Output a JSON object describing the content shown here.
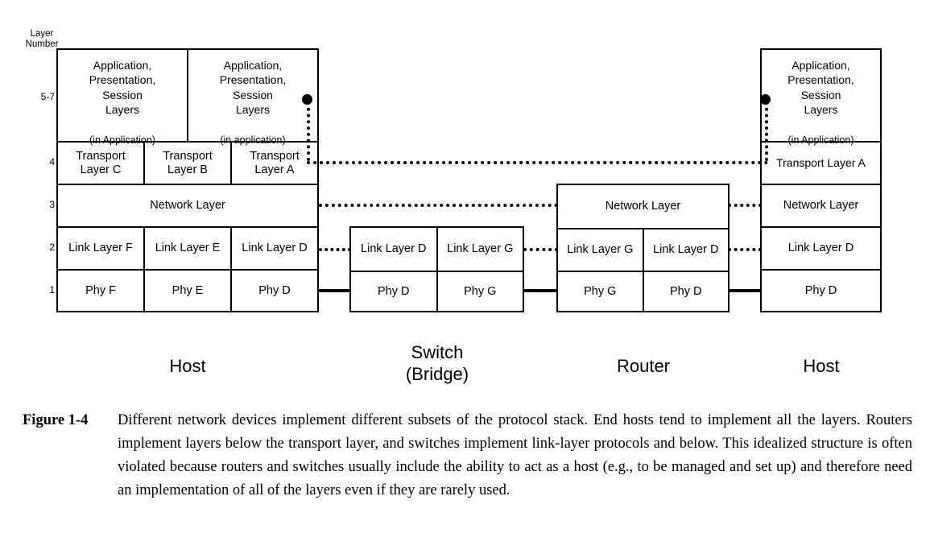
{
  "figure": {
    "axis": {
      "header": "Layer\nNumber",
      "numbers": [
        "5-7",
        "4",
        "3",
        "2",
        "1"
      ]
    },
    "devices": [
      {
        "id": "host-left",
        "label": "Host",
        "rows": {
          "app": [
            "Application,\nPresentation,\nSession\nLayers",
            "Application,\nPresentation,\nSession\nLayers"
          ],
          "app_notes": [
            "(in Application)",
            "(in application)"
          ],
          "transport": [
            "Transport\nLayer C",
            "Transport\nLayer B",
            "Transport\nLayer A"
          ],
          "network": [
            "Network Layer"
          ],
          "link": [
            "Link Layer F",
            "Link Layer E",
            "Link Layer D"
          ],
          "phy": [
            "Phy F",
            "Phy E",
            "Phy D"
          ]
        }
      },
      {
        "id": "switch",
        "label": "Switch\n(Bridge)",
        "rows": {
          "link": [
            "Link Layer D",
            "Link Layer G"
          ],
          "phy": [
            "Phy D",
            "Phy G"
          ]
        }
      },
      {
        "id": "router",
        "label": "Router",
        "rows": {
          "network": [
            "Network Layer"
          ],
          "link": [
            "Link Layer G",
            "Link Layer D"
          ],
          "phy": [
            "Phy G",
            "Phy D"
          ]
        }
      },
      {
        "id": "host-right",
        "label": "Host",
        "rows": {
          "app": [
            "Application,\nPresentation,\nSession\nLayers"
          ],
          "app_notes": [
            "(in Application)"
          ],
          "transport": [
            "Transport Layer A"
          ],
          "network": [
            "Network Layer"
          ],
          "link": [
            "Link Layer D"
          ],
          "phy": [
            "Phy D"
          ]
        }
      }
    ]
  },
  "caption": {
    "label": "Figure 1-4",
    "text": "Different network devices implement different subsets of the protocol stack. End hosts tend to implement all the layers. Routers implement layers below the transport layer, and switches implement link-layer protocols and below. This idealized structure is often violated because routers and switches usually include the ability to act as a host (e.g., to be managed and set up) and therefore need an implementation of all of the layers even if they are rarely used."
  },
  "colors": {
    "ink": "#000000",
    "paper": "#ffffff"
  }
}
